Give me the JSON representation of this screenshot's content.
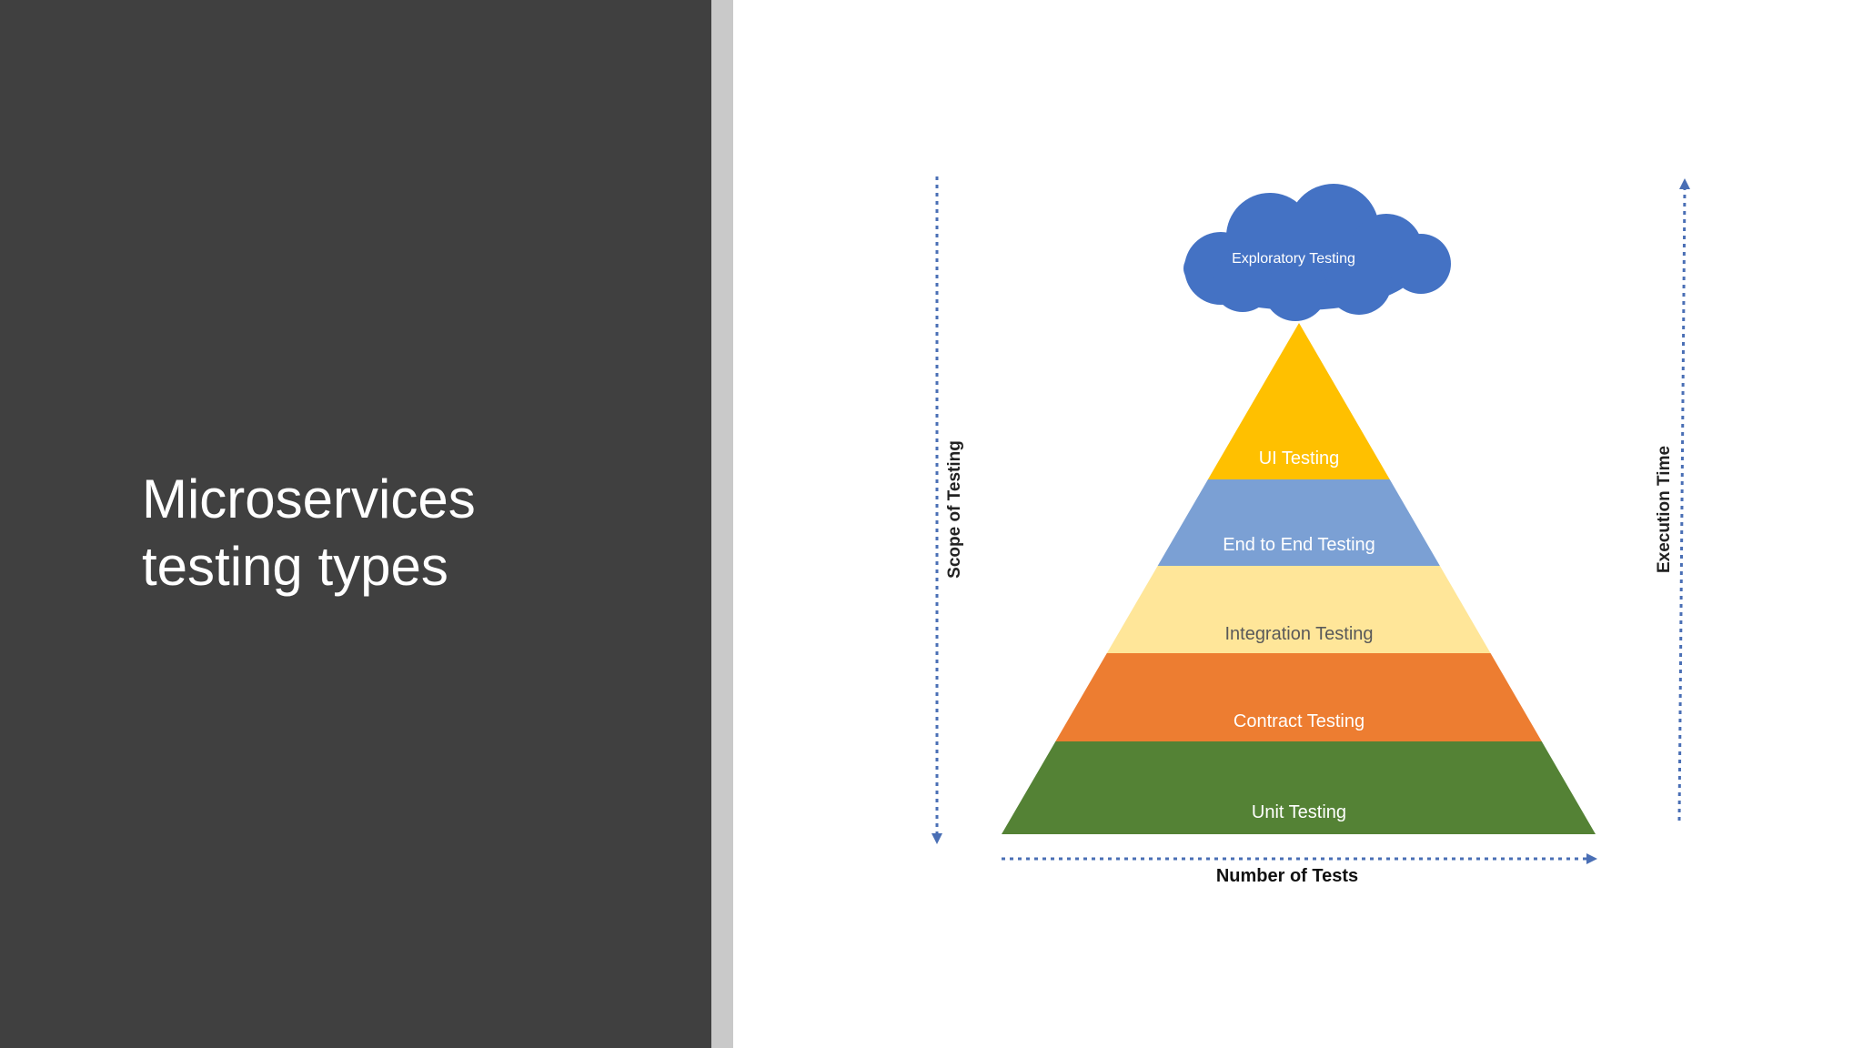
{
  "slide": {
    "title_lines": [
      "Microservices",
      "testing types"
    ]
  },
  "diagram": {
    "cloud_label": "Exploratory Testing",
    "layers": [
      {
        "label": "UI Testing",
        "color": "#FFC000",
        "text_color": "#FFFFFF"
      },
      {
        "label": "End to End Testing",
        "color": "#7BA0D4",
        "text_color": "#FFFFFF"
      },
      {
        "label": "Integration Testing",
        "color": "#FFE699",
        "text_color": "#595959"
      },
      {
        "label": "Contract Testing",
        "color": "#ED7D31",
        "text_color": "#FFFFFF"
      },
      {
        "label": "Unit Testing",
        "color": "#548235",
        "text_color": "#FFFFFF"
      }
    ],
    "left_axis_label": "Scope of Testing",
    "right_axis_label": "Execution Time",
    "bottom_axis_label": "Number of Tests",
    "cloud_color": "#4472C4",
    "arrow_color": "#4A6FB5"
  }
}
